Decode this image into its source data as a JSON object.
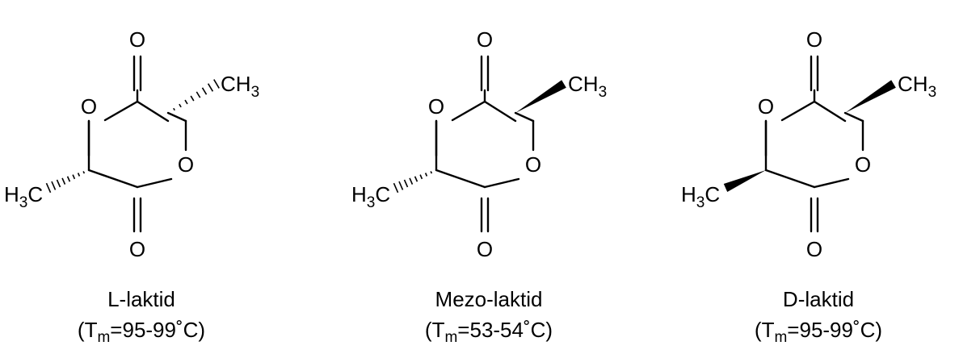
{
  "diagram": {
    "title": "",
    "molecules": [
      {
        "name": "L-laktid",
        "melting_point": "=95-99˚C)",
        "tm_prefix": "(T",
        "tm_sub": "m",
        "top_methyl_bond": "hashed",
        "bottom_methyl_bond": "hashed"
      },
      {
        "name": "Mezo-laktid",
        "melting_point": "=53-54˚C)",
        "tm_prefix": "(T",
        "tm_sub": "m",
        "top_methyl_bond": "wedge",
        "bottom_methyl_bond": "hashed"
      },
      {
        "name": "D-laktid",
        "melting_point": "=95-99˚C)",
        "tm_prefix": "(T",
        "tm_sub": "m",
        "top_methyl_bond": "wedge",
        "bottom_methyl_bond": "wedge"
      }
    ],
    "atom_labels": {
      "oxygen": "O",
      "methyl_right_main": "CH",
      "methyl_right_sub": "3",
      "methyl_left_main": "H",
      "methyl_left_sub": "3",
      "methyl_left_tail": "C"
    }
  }
}
